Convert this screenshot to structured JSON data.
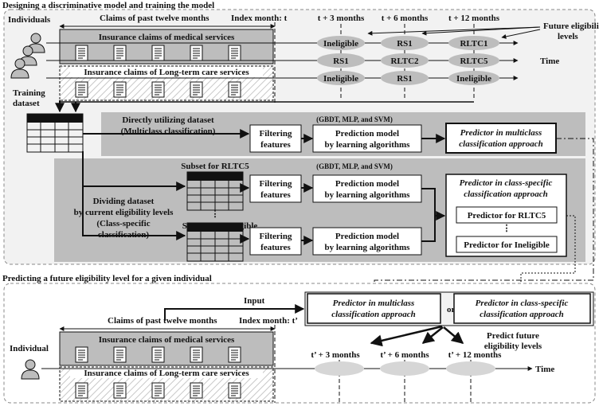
{
  "top": {
    "title": "Designing a discriminative model and training the model",
    "individuals": "Individuals",
    "claims_past": "Claims of past twelve months",
    "index_month": "Index month: t",
    "t3": "t + 3 months",
    "t6": "t + 6 months",
    "t12": "t + 12 months",
    "future_levels": [
      "Future eligibility",
      "levels"
    ],
    "time": "Time",
    "medical": "Insurance claims of medical services",
    "ltc": "Insurance claims of Long-term care services",
    "rows": [
      [
        "Ineligible",
        "RS1",
        "RLTC1"
      ],
      [
        "RS1",
        "RLTC2",
        "RLTC5"
      ],
      [
        "Ineligible",
        "RS1",
        "Ineligible"
      ]
    ],
    "training_dataset": [
      "Training",
      "dataset"
    ],
    "direct_title": [
      "Directly utilizing dataset",
      "(Multiclass classification)"
    ],
    "algos": "(GBDT, MLP, and SVM)",
    "filtering": [
      "Filtering",
      "features"
    ],
    "prediction_model": [
      "Prediction model",
      "by learning algorithms"
    ],
    "predictor_multi": [
      "Predictor in multiclass",
      "classification approach"
    ],
    "subset_rltc5": "Subset for RLTC5",
    "subset_inel": "Subset for Ineligible",
    "dividing": [
      "Dividing dataset",
      "by current eligibility levels",
      "(Class-specific",
      "classification)"
    ],
    "predictor_class": [
      "Predictor in class-specific",
      "classification approach"
    ],
    "predictor_rltc5": "Predictor for RLTC5",
    "predictor_inel": "Predictor for Ineligible",
    "vdots": "⋮"
  },
  "bottom": {
    "title": "Predicting a future eligibility level for a given individual",
    "input": "Input",
    "or": "or",
    "predictor_multi": [
      "Predictor in multiclass",
      "classification approach"
    ],
    "predictor_class": [
      "Predictor in class-specific",
      "classification approach"
    ],
    "claims_past": "Claims of past twelve months",
    "index_month": "Index month: t’",
    "predict_future": [
      "Predict future",
      "eligibility levels"
    ],
    "individual": "Individual",
    "medical": "Insurance claims of medical services",
    "ltc": "Insurance claims of Long-term care services",
    "t3": "t’ + 3 months",
    "t6": "t’ + 6 months",
    "t12": "t’ + 12 months",
    "time": "Time"
  }
}
